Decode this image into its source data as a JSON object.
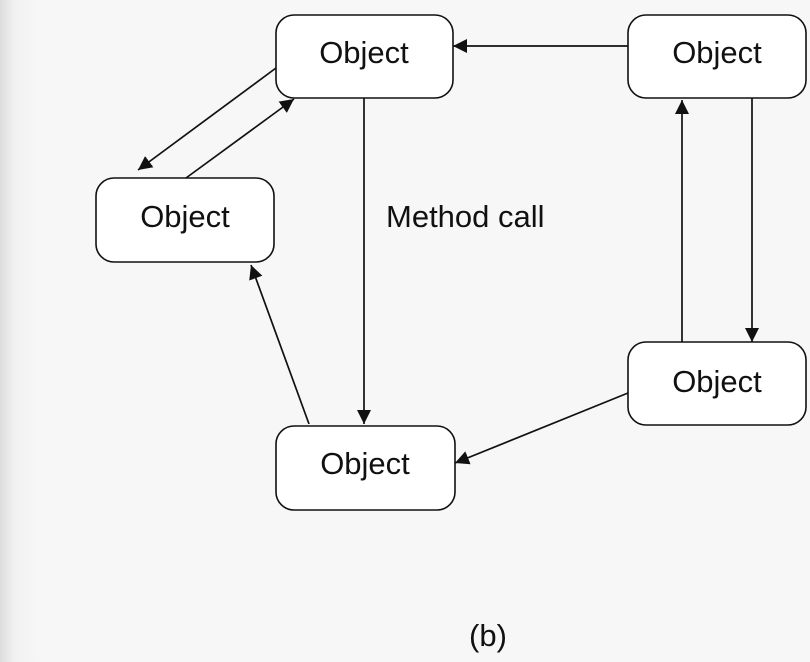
{
  "nodes": [
    {
      "id": "top-center",
      "label": "Object"
    },
    {
      "id": "top-right",
      "label": "Object"
    },
    {
      "id": "left",
      "label": "Object"
    },
    {
      "id": "bottom-center",
      "label": "Object"
    },
    {
      "id": "bottom-right",
      "label": "Object"
    }
  ],
  "edges": [
    {
      "from": "top-right",
      "to": "top-center"
    },
    {
      "from": "top-center",
      "to": "left"
    },
    {
      "from": "left",
      "to": "top-center"
    },
    {
      "from": "top-center",
      "to": "bottom-center",
      "label": "Method call"
    },
    {
      "from": "bottom-center",
      "to": "left"
    },
    {
      "from": "bottom-right",
      "to": "top-right"
    },
    {
      "from": "top-right",
      "to": "bottom-right"
    },
    {
      "from": "bottom-right",
      "to": "bottom-center"
    }
  ],
  "caption": "(b)"
}
